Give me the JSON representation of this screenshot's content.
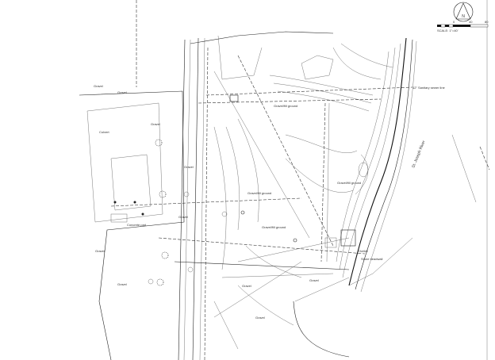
{
  "title_block": {
    "north_arrow_letter": "N",
    "scale_label": "SCALE: 1\"=40'",
    "scale_ticks": [
      "0",
      "40",
      "80"
    ]
  },
  "river_label": "St. Joseph River",
  "area_labels": [
    "Gravel/fill ground",
    "Gravel/fill ground",
    "Gravel/fill ground",
    "Gravel/fill ground"
  ],
  "small_labels": [
    "Gravel",
    "Gravel",
    "Gravel",
    "Gravel",
    "Gravel",
    "Gravel",
    "Gravel",
    "Gravel",
    "Gravel",
    "Gravel"
  ],
  "feature_labels": [
    "Culvert",
    "Concrete pad",
    "12\" Sanitary sewer line",
    "Outfall",
    "Stone headwall"
  ]
}
